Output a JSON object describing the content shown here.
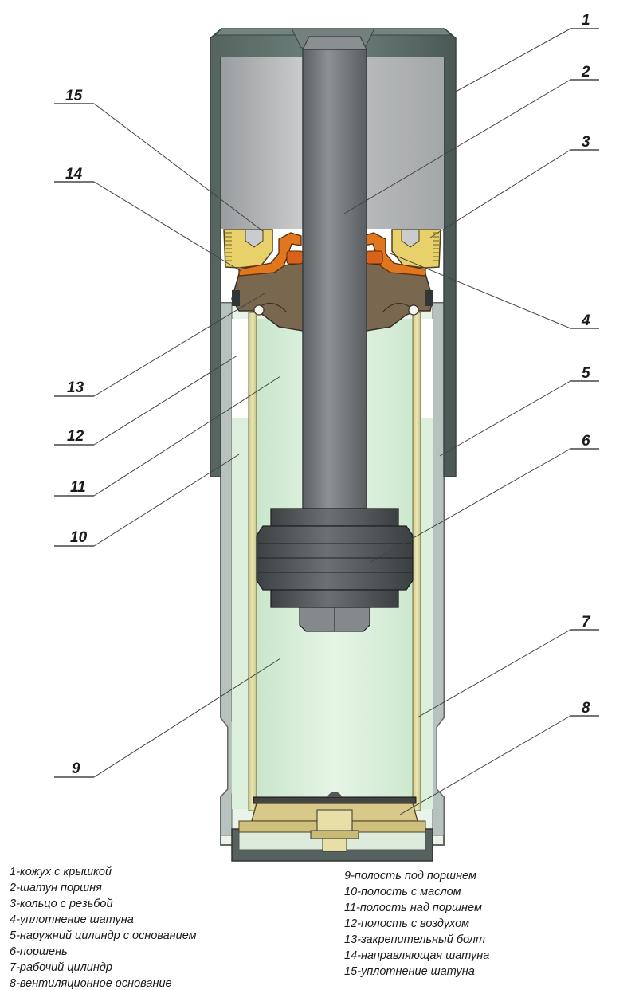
{
  "callouts": [
    "1",
    "2",
    "3",
    "4",
    "5",
    "6",
    "7",
    "8",
    "9",
    "10",
    "11",
    "12",
    "13",
    "14",
    "15"
  ],
  "legend_left": [
    "1-кожух с крышкой",
    "2-шатун поршня",
    "3-кольцо с резьбой",
    "4-уплотнение шатуна",
    "5-наружний цилиндр с основанием",
    "6-поршень",
    "7-рабочий цилиндр",
    "8-вентиляционное основание"
  ],
  "legend_right": [
    "9-полость под поршнем",
    "10-полость с маслом",
    "11-полость над поршнем",
    "12-полость с воздухом",
    "13-закрепительный болт",
    "14-направляющая шатуна",
    "15-уплотнение шатуна"
  ],
  "colors": {
    "casing": "#5f7470",
    "casing_dark": "#44524f",
    "rod": "#7a7e81",
    "oil": "#d8efd8",
    "guide": "#7a6750",
    "seal": "#e0761e",
    "thread_ring": "#e8d06a",
    "cylinder_wall": "#d5d29a",
    "base": "#d8c889"
  }
}
